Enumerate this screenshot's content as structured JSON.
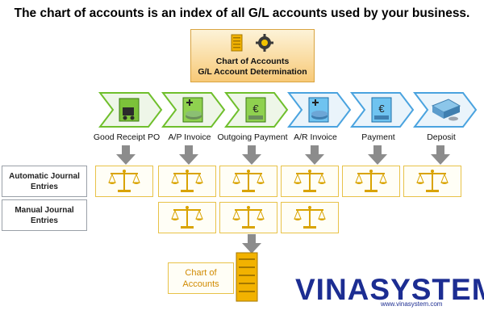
{
  "title": "The chart of accounts is an index of all G/L accounts used by your business.",
  "top_box": {
    "line1": "Chart of Accounts",
    "line2": "G/L Account Determination",
    "icons": [
      "document-stack-icon",
      "gears-icon"
    ]
  },
  "process_steps": [
    {
      "label": "Good Receipt PO",
      "icon": "truck-document-icon",
      "color": "#6fbf2c"
    },
    {
      "label": "A/P Invoice",
      "icon": "invoice-money-icon",
      "color": "#6fbf2c"
    },
    {
      "label": "Outgoing Payment",
      "icon": "euro-payment-icon",
      "color": "#6fbf2c"
    },
    {
      "label": "A/R Invoice",
      "icon": "invoice-coins-icon",
      "color": "#4aa3df"
    },
    {
      "label": "Payment",
      "icon": "incoming-payment-icon",
      "color": "#4aa3df"
    },
    {
      "label": "Deposit",
      "icon": "bank-deposit-icon",
      "color": "#4aa3df"
    }
  ],
  "row_labels": {
    "automatic": "Automatic Journal Entries",
    "manual": "Manual Journal Entries"
  },
  "chart_of_accounts_box": {
    "line1": "Chart of",
    "line2": "Accounts"
  },
  "brand": {
    "name": "VINASYSTEM",
    "url": "www.vinasystem.com",
    "color": "#1c2d92"
  },
  "colors": {
    "chevron_fill": "#eef6e8",
    "arrow": "#8c8c8c",
    "scale_gold": "#d9a300",
    "box_border": "#e8c248"
  }
}
